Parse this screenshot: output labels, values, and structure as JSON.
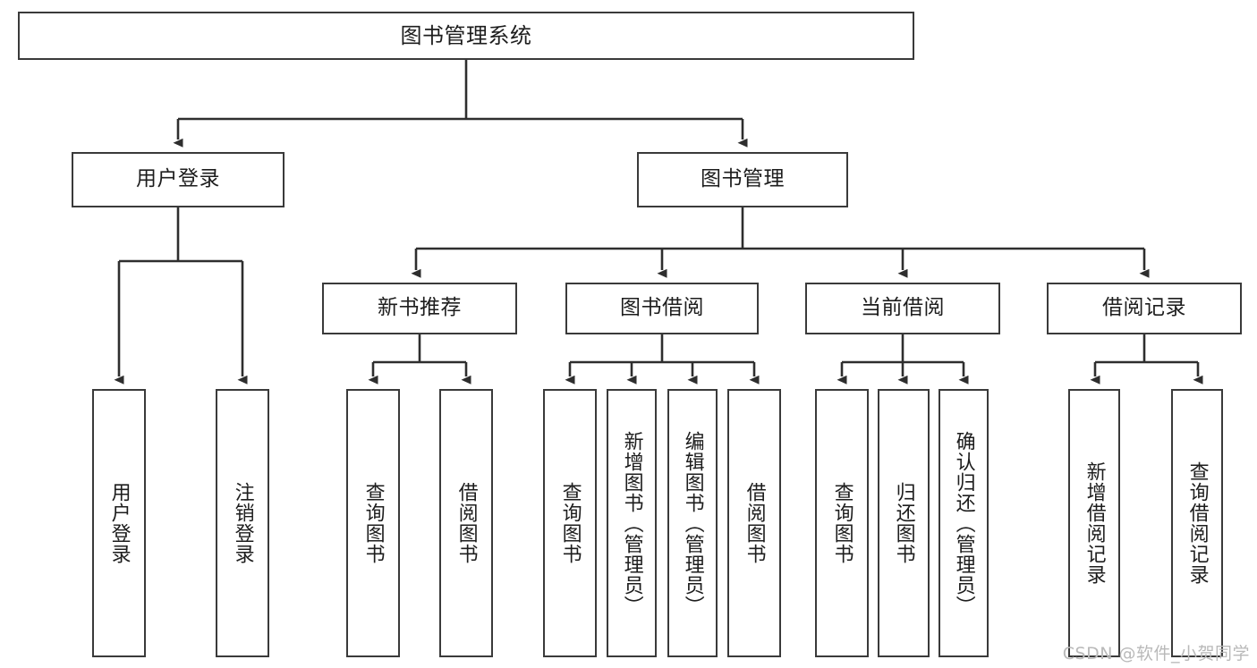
{
  "diagram": {
    "title": "图书管理系统",
    "watermark": "CSDN @软件_小贺同学",
    "colors": {
      "stroke": "#3a3a3a",
      "text": "#1d1d1d",
      "background": "#ffffff",
      "watermark": "#b9b9b9"
    },
    "root": {
      "label": "图书管理系统"
    },
    "level2": [
      {
        "label": "用户登录"
      },
      {
        "label": "图书管理"
      }
    ],
    "level3": [
      {
        "label": "新书推荐"
      },
      {
        "label": "图书借阅"
      },
      {
        "label": "当前借阅"
      },
      {
        "label": "借阅记录"
      }
    ],
    "leaves": {
      "user_login": [
        {
          "label": "用户登录"
        },
        {
          "label": "注销登录"
        }
      ],
      "new_book": [
        {
          "label": "查询图书"
        },
        {
          "label": "借阅图书"
        }
      ],
      "book_borrow": [
        {
          "label": "查询图书"
        },
        {
          "label": "新增图书（管理员）"
        },
        {
          "label": "编辑图书（管理员）"
        },
        {
          "label": "借阅图书"
        }
      ],
      "current_borrow": [
        {
          "label": "查询图书"
        },
        {
          "label": "归还图书"
        },
        {
          "label": "确认归还（管理员）"
        }
      ],
      "borrow_record": [
        {
          "label": "新增借阅记录"
        },
        {
          "label": "查询借阅记录"
        }
      ]
    }
  }
}
